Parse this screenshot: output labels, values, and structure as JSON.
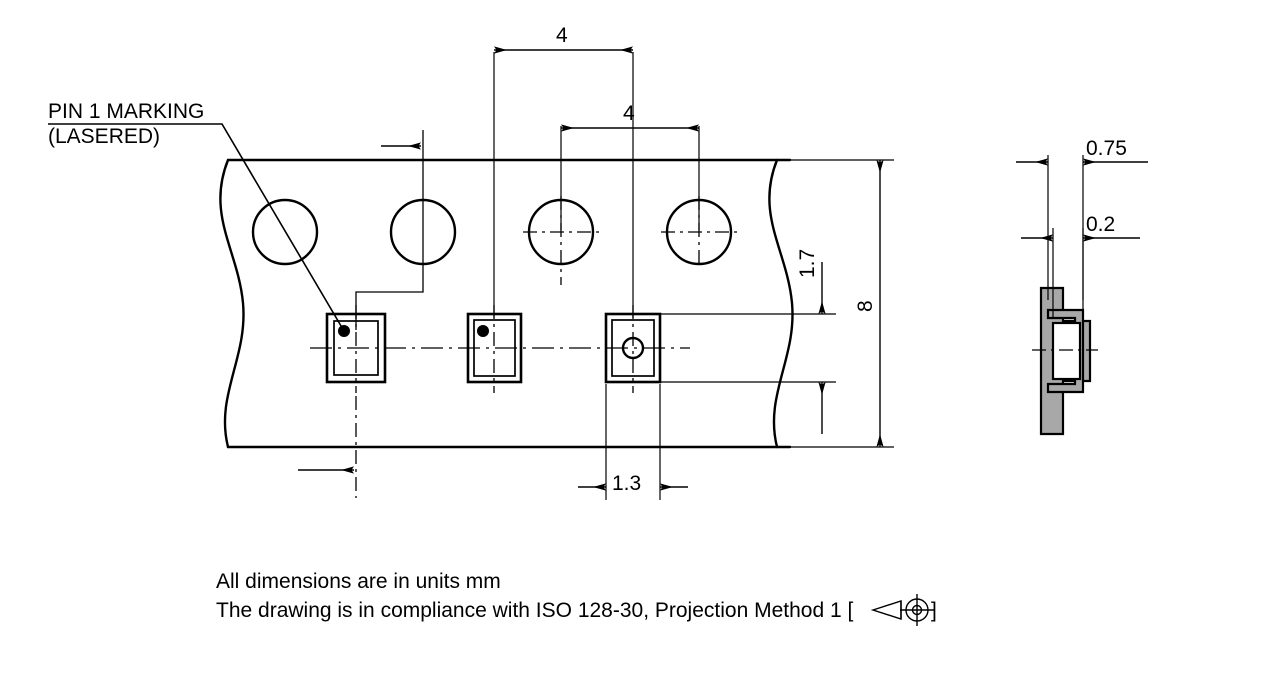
{
  "drawing": {
    "title": "Carrier tape dimensional drawing",
    "labels": {
      "pin1_line1": "PIN 1 MARKING",
      "pin1_line2": "(LASERED)"
    },
    "dimensions": {
      "top_pitch_outer": "4",
      "top_pitch_inner": "4",
      "tape_width": "8",
      "pocket_offset": "1.7",
      "pocket_width": "1.3",
      "section_total": "0.75",
      "section_thickness": "0.2"
    },
    "notes": {
      "line1": "All dimensions are in units mm",
      "line2_pre": "The drawing is in compliance with ISO 128-30, Projection Method 1 [",
      "line2_post": "]"
    },
    "colors": {
      "line": "#000000",
      "section_fill": "#a8a8a8",
      "background": "#ffffff"
    }
  }
}
